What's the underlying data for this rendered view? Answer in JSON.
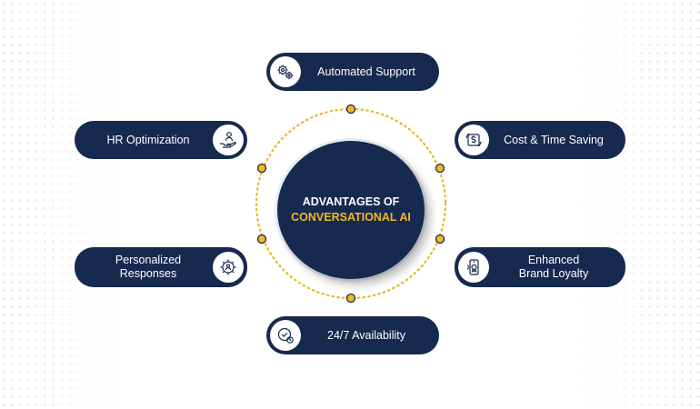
{
  "center": {
    "line1": "ADVANTAGES OF",
    "line2": "CONVERSATIONAL AI"
  },
  "items": [
    {
      "lines": [
        "Automated Support"
      ],
      "icon": "gears-cloud-icon"
    },
    {
      "lines": [
        "HR Optimization"
      ],
      "icon": "hand-person-icon"
    },
    {
      "lines": [
        "Cost & Time Saving"
      ],
      "icon": "money-cycle-icon"
    },
    {
      "lines": [
        "Personalized",
        "Responses"
      ],
      "icon": "gear-person-icon"
    },
    {
      "lines": [
        "Enhanced",
        "Brand Loyalty"
      ],
      "icon": "phone-badge-icon"
    },
    {
      "lines": [
        "24/7 Availability"
      ],
      "icon": "clock-check-icon"
    }
  ],
  "colors": {
    "navy": "#16294f",
    "gold": "#f2b823",
    "ring": "#e8b923",
    "background": "#ffffff"
  }
}
